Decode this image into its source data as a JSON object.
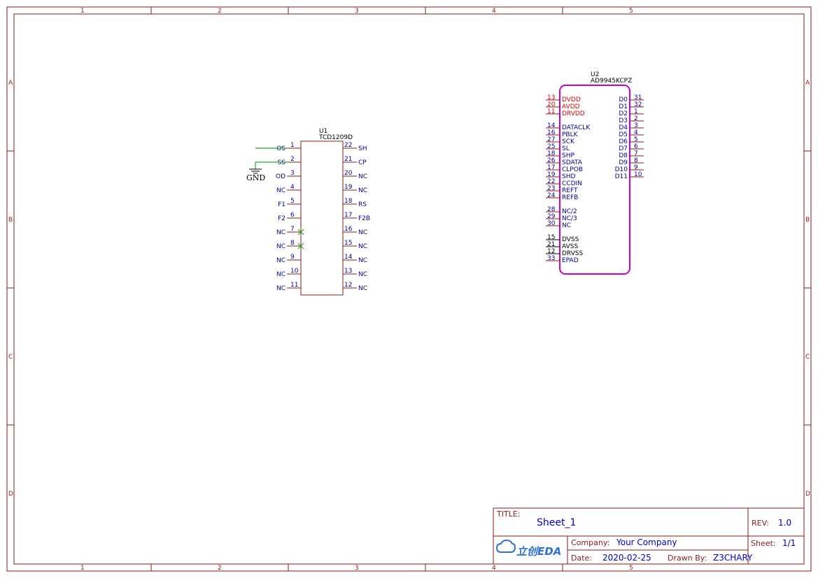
{
  "sheet": {
    "zones_cols": [
      "1",
      "2",
      "3",
      "4",
      "5"
    ],
    "zones_rows": [
      "A",
      "B",
      "C",
      "D"
    ]
  },
  "u1": {
    "ref": "U1",
    "part": "TCD1209D",
    "left_pins": [
      {
        "num": "1",
        "name": "OS"
      },
      {
        "num": "2",
        "name": "SS"
      },
      {
        "num": "3",
        "name": "OD"
      },
      {
        "num": "4",
        "name": "NC"
      },
      {
        "num": "5",
        "name": "F1"
      },
      {
        "num": "6",
        "name": "F2"
      },
      {
        "num": "7",
        "name": "NC"
      },
      {
        "num": "8",
        "name": "NC"
      },
      {
        "num": "9",
        "name": "NC"
      },
      {
        "num": "10",
        "name": "NC"
      },
      {
        "num": "11",
        "name": "NC"
      }
    ],
    "right_pins": [
      {
        "num": "22",
        "name": "SH"
      },
      {
        "num": "21",
        "name": "CP"
      },
      {
        "num": "20",
        "name": "NC"
      },
      {
        "num": "19",
        "name": "NC"
      },
      {
        "num": "18",
        "name": "RS"
      },
      {
        "num": "17",
        "name": "F2B"
      },
      {
        "num": "16",
        "name": "NC"
      },
      {
        "num": "15",
        "name": "NC"
      },
      {
        "num": "14",
        "name": "NC"
      },
      {
        "num": "13",
        "name": "NC"
      },
      {
        "num": "12",
        "name": "NC"
      }
    ]
  },
  "gnd": {
    "label": "GND"
  },
  "u2": {
    "ref": "U2",
    "part": "AD9945KCPZ",
    "left_pins": [
      {
        "num": "13",
        "name": "DVDD",
        "color": "red"
      },
      {
        "num": "20",
        "name": "AVDD",
        "color": "red"
      },
      {
        "num": "11",
        "name": "DRVDD",
        "color": "red"
      },
      {
        "num": "14",
        "name": "DATACLK",
        "color": "blue"
      },
      {
        "num": "16",
        "name": "PBLK",
        "color": "blue"
      },
      {
        "num": "27",
        "name": "SCK",
        "color": "blue"
      },
      {
        "num": "25",
        "name": "SL",
        "color": "blue"
      },
      {
        "num": "18",
        "name": "SHP",
        "color": "blue"
      },
      {
        "num": "26",
        "name": "SDATA",
        "color": "blue"
      },
      {
        "num": "17",
        "name": "CLPOB",
        "color": "blue"
      },
      {
        "num": "19",
        "name": "SHD",
        "color": "blue"
      },
      {
        "num": "22",
        "name": "CCDIN",
        "color": "blue"
      },
      {
        "num": "23",
        "name": "REFT",
        "color": "blue"
      },
      {
        "num": "24",
        "name": "REFB",
        "color": "blue"
      },
      {
        "num": "28",
        "name": "NC/2",
        "color": "blue"
      },
      {
        "num": "29",
        "name": "NC/3",
        "color": "blue"
      },
      {
        "num": "30",
        "name": "NC",
        "color": "blue"
      },
      {
        "num": "15",
        "name": "DVSS",
        "color": "black"
      },
      {
        "num": "21",
        "name": "AVSS",
        "color": "black"
      },
      {
        "num": "12",
        "name": "DRVSS",
        "color": "black"
      },
      {
        "num": "33",
        "name": "EPAD",
        "color": "blue"
      }
    ],
    "right_pins": [
      {
        "num": "31",
        "name": "D0"
      },
      {
        "num": "32",
        "name": "D1"
      },
      {
        "num": "1",
        "name": "D2"
      },
      {
        "num": "2",
        "name": "D3"
      },
      {
        "num": "3",
        "name": "D4"
      },
      {
        "num": "4",
        "name": "D5"
      },
      {
        "num": "5",
        "name": "D6"
      },
      {
        "num": "6",
        "name": "D7"
      },
      {
        "num": "7",
        "name": "D8"
      },
      {
        "num": "8",
        "name": "D9"
      },
      {
        "num": "9",
        "name": "D10"
      },
      {
        "num": "10",
        "name": "D11"
      }
    ]
  },
  "title_block": {
    "title_label": "TITLE:",
    "title_value": "Sheet_1",
    "rev_label": "REV:",
    "rev_value": "1.0",
    "company_label": "Company:",
    "company_value": "Your Company",
    "sheet_label": "Sheet:",
    "sheet_value": "1/1",
    "date_label": "Date:",
    "date_value": "2020-02-25",
    "drawn_label": "Drawn By:",
    "drawn_value": "Z3CHARY",
    "logo_text": "立创EDA"
  },
  "colors": {
    "frame": "#8b1a1a",
    "pin_text": "#000099",
    "power": "#dd0000",
    "wire": "#22aa22",
    "u2_body": "#cc00cc"
  }
}
